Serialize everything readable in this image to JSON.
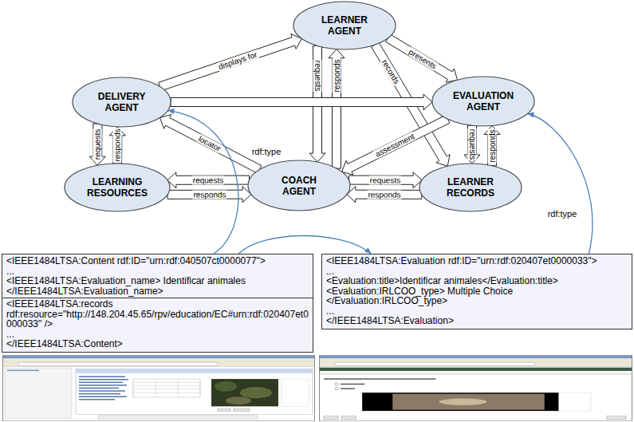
{
  "diagram": {
    "nodes": [
      {
        "text": [
          "LEARNER AGENT"
        ]
      },
      {
        "text": [
          "DELIVERY AGENT"
        ]
      },
      {
        "text": [
          "EVALUATION AGENT"
        ]
      },
      {
        "text": [
          "LEARNING RESOURCES"
        ]
      },
      {
        "text": [
          "COACH AGENT"
        ]
      },
      {
        "text": [
          "LEARNER RECORDS"
        ]
      },
      {
        "text": [
          "<IEEE1484LTSA:Content rdf:ID=\"urn:rdf:040507ct0000077\">",
          "...",
          "<IEEE1484LTSA:Evaluation_name> Identificar animales </IEEE1484LTSA:Evaluation_name>",
          "<IEEE1484LTSA:records rdf:resource=\"http://148.204.45.65/rpv/education/EC#urn:rdf:020407et0000033\" />",
          "...",
          "</IEEE1484LTSA:Content>"
        ]
      },
      {
        "text": [
          "<IEEE1484LTSA:Evaluation rdf:ID=\"urn:rdf:020407et0000033\">",
          "...",
          "<Evaluation:title>Identificar animales</Evaluation:title>",
          "<Evaluation:IRLCOO_type> Multiple Choice </Evaluation:IRLCOO_type>",
          "...",
          "</IEEE1484LTSA:Evaluation>"
        ]
      }
    ],
    "edges": [
      {
        "from": 1,
        "to": 0,
        "label": "displays for",
        "arrow": "to"
      },
      {
        "from": 0,
        "to": 2,
        "label": "presents",
        "arrow": "to"
      },
      {
        "from": 0,
        "to": 5,
        "label": "records",
        "arrow": "to"
      },
      {
        "from": 0,
        "to": 4,
        "label": "requests",
        "arrow": "to"
      },
      {
        "from": 4,
        "to": 0,
        "label": "responds",
        "arrow": "to"
      },
      {
        "from": 1,
        "to": 2,
        "arrow": "to"
      },
      {
        "from": 1,
        "to": 3,
        "label": "requests",
        "arrow": "to"
      },
      {
        "from": 3,
        "to": 1,
        "label": "responds",
        "arrow": "to"
      },
      {
        "from": 4,
        "to": 1,
        "label": "locator",
        "arrow": "to"
      },
      {
        "from": 4,
        "to": 3,
        "label": "requests",
        "arrow": "to"
      },
      {
        "from": 3,
        "to": 4,
        "label": "responds",
        "arrow": "to"
      },
      {
        "from": 2,
        "to": 4,
        "label": "assessment",
        "arrow": "to"
      },
      {
        "from": 4,
        "to": 5,
        "label": "requests",
        "arrow": "to"
      },
      {
        "from": 5,
        "to": 4,
        "label": "responds",
        "arrow": "to"
      },
      {
        "from": 2,
        "to": 5,
        "label": "requests",
        "arrow": "to"
      },
      {
        "from": 5,
        "to": 2,
        "label": "responds",
        "arrow": "to"
      },
      {
        "from": 6,
        "to": 1,
        "label": "rdf:type",
        "arrow": "to"
      },
      {
        "from": 6,
        "to": 7,
        "arrow": "to"
      },
      {
        "from": 7,
        "to": 2,
        "label": "rdf:type",
        "arrow": "to"
      }
    ]
  }
}
